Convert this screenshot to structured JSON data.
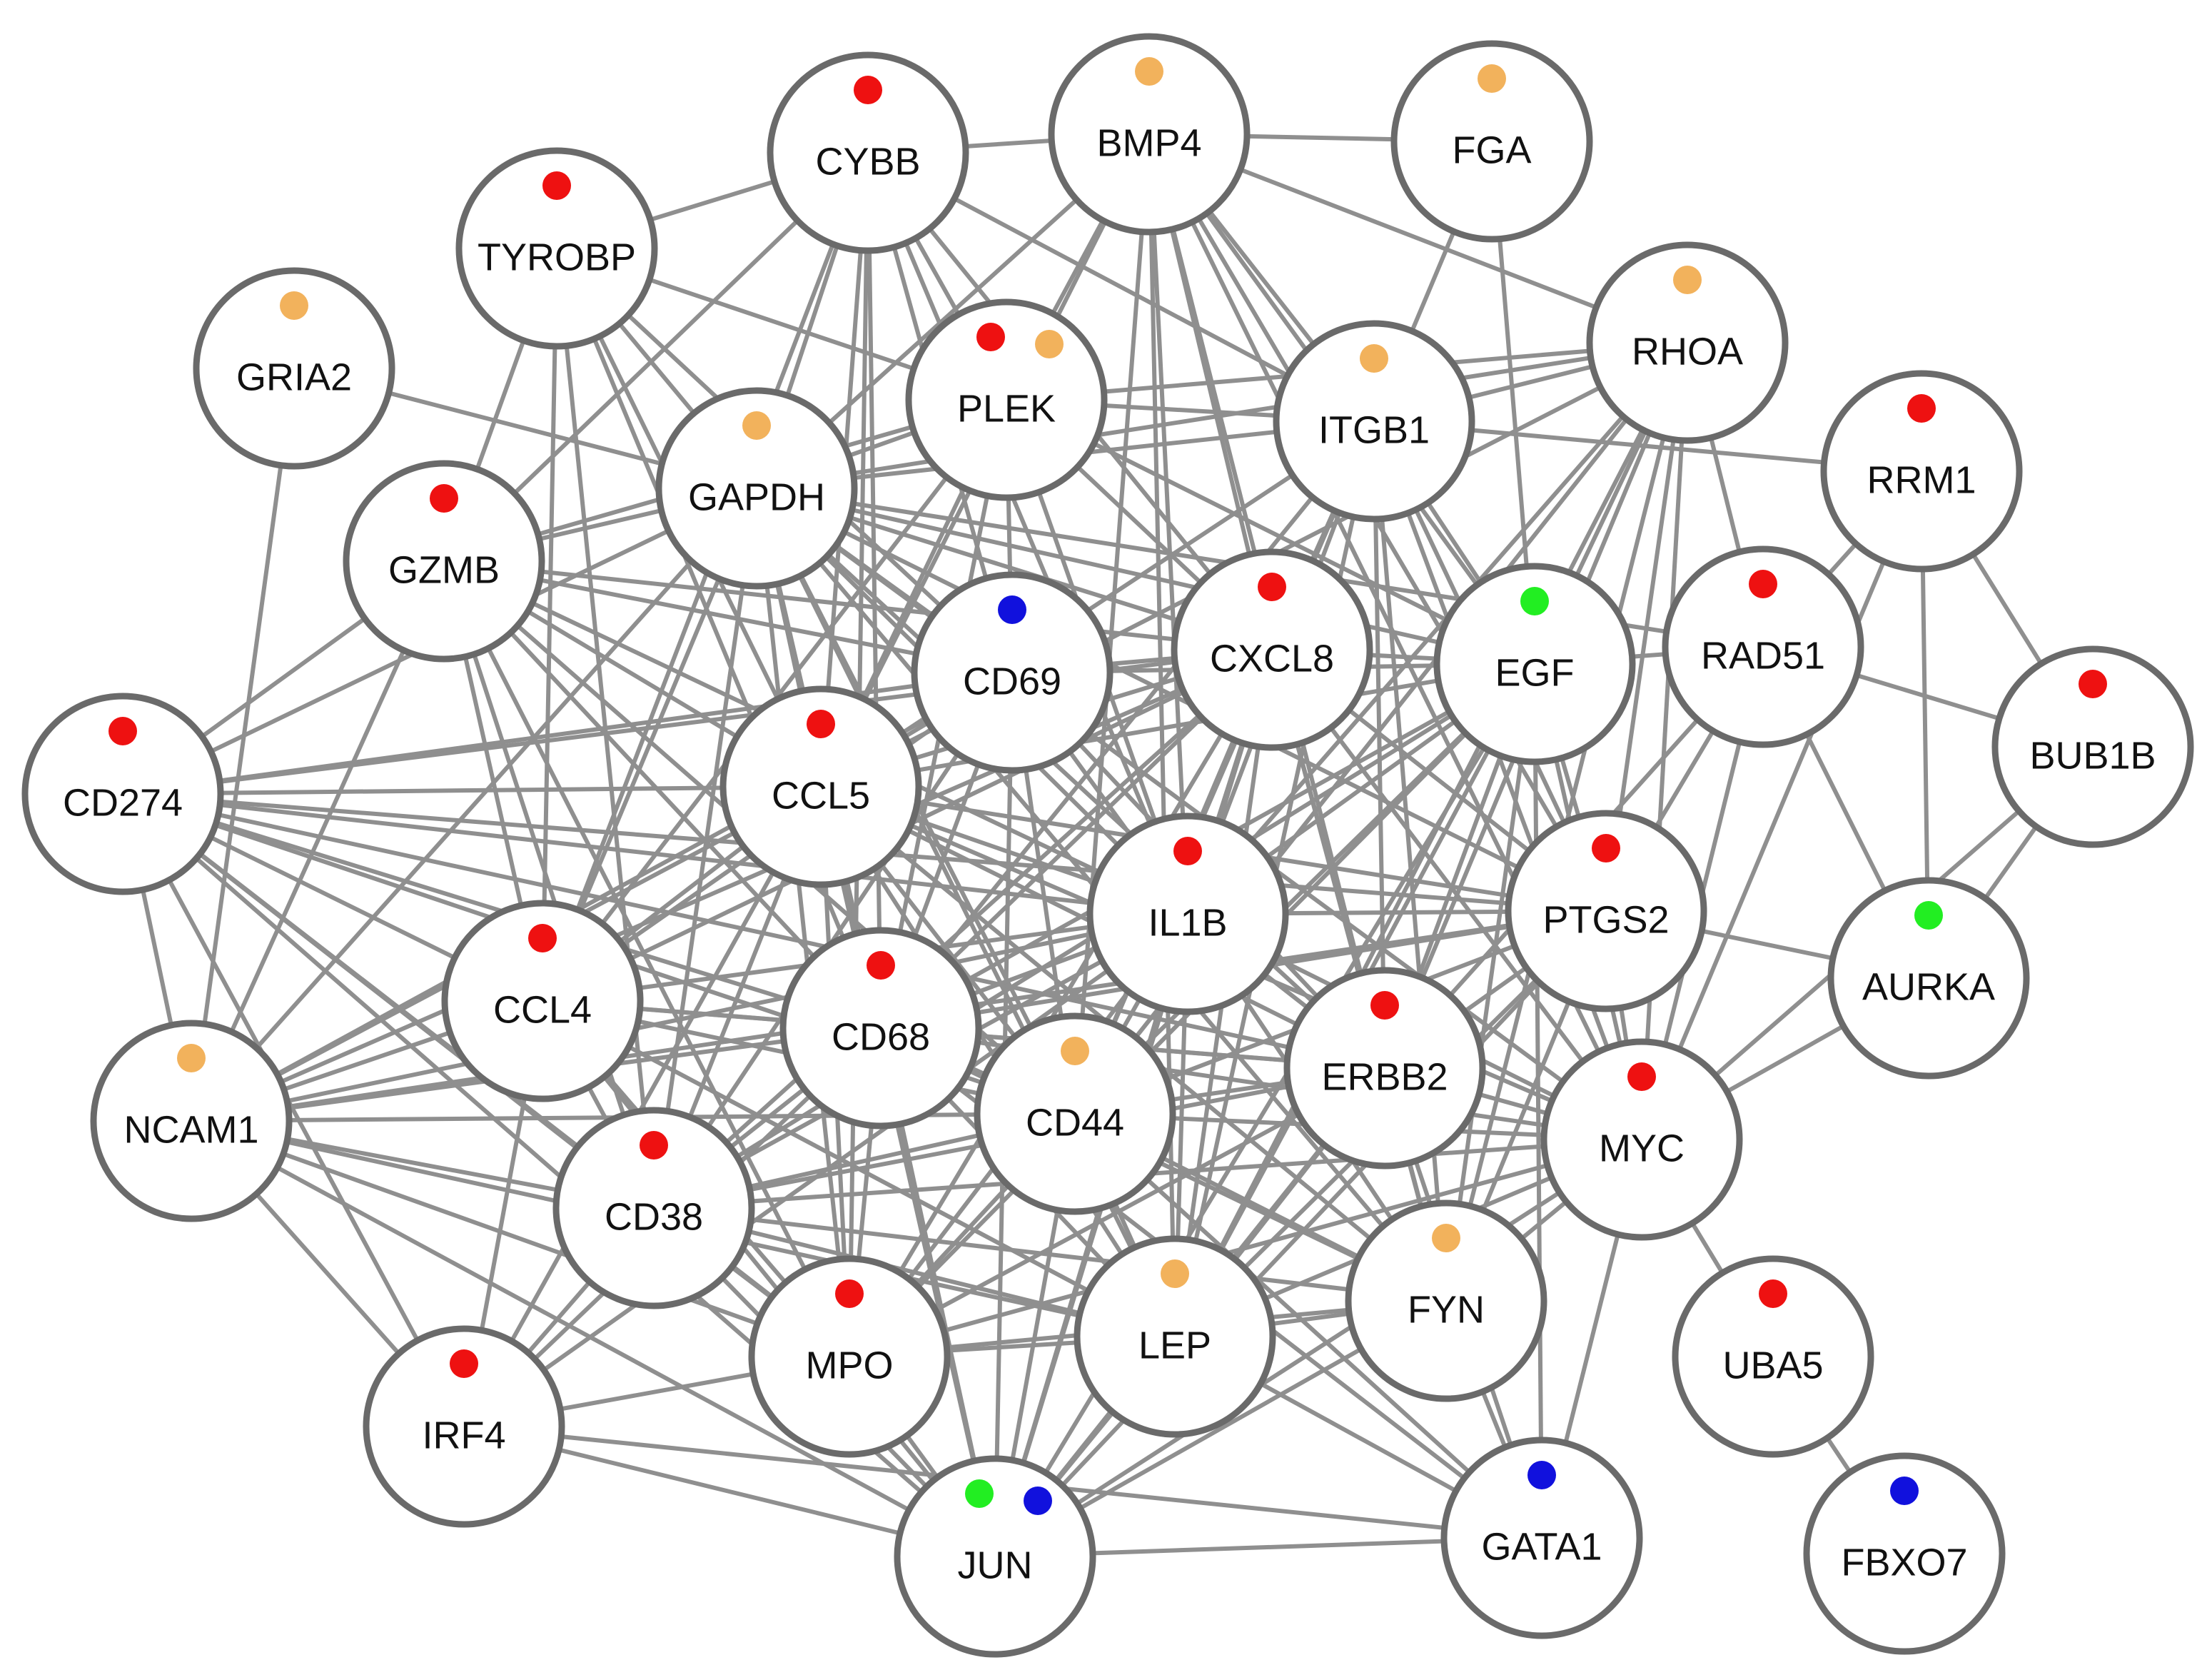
{
  "colors": {
    "red": "#ee1111",
    "orange": "#f2b25c",
    "green": "#22ee22",
    "blue": "#1111dd"
  },
  "nodes": [
    {
      "id": "CYBB",
      "label": "CYBB",
      "markers": [
        "red"
      ]
    },
    {
      "id": "BMP4",
      "label": "BMP4",
      "markers": [
        "orange"
      ]
    },
    {
      "id": "FGA",
      "label": "FGA",
      "markers": [
        "orange"
      ]
    },
    {
      "id": "TYROBP",
      "label": "TYROBP",
      "markers": [
        "red"
      ]
    },
    {
      "id": "GRIA2",
      "label": "GRIA2",
      "markers": [
        "orange"
      ]
    },
    {
      "id": "PLEK",
      "label": "PLEK",
      "markers": [
        "red",
        "orange"
      ]
    },
    {
      "id": "RHOA",
      "label": "RHOA",
      "markers": [
        "orange"
      ]
    },
    {
      "id": "ITGB1",
      "label": "ITGB1",
      "markers": [
        "orange"
      ]
    },
    {
      "id": "GAPDH",
      "label": "GAPDH",
      "markers": [
        "orange"
      ]
    },
    {
      "id": "RRM1",
      "label": "RRM1",
      "markers": [
        "red"
      ]
    },
    {
      "id": "GZMB",
      "label": "GZMB",
      "markers": [
        "red"
      ]
    },
    {
      "id": "CD69",
      "label": "CD69",
      "markers": [
        "blue"
      ]
    },
    {
      "id": "CXCL8",
      "label": "CXCL8",
      "markers": [
        "red"
      ]
    },
    {
      "id": "EGF",
      "label": "EGF",
      "markers": [
        "green"
      ]
    },
    {
      "id": "RAD51",
      "label": "RAD51",
      "markers": [
        "red"
      ]
    },
    {
      "id": "BUB1B",
      "label": "BUB1B",
      "markers": [
        "red"
      ]
    },
    {
      "id": "CD274",
      "label": "CD274",
      "markers": [
        "red"
      ]
    },
    {
      "id": "CCL5",
      "label": "CCL5",
      "markers": [
        "red"
      ]
    },
    {
      "id": "IL1B",
      "label": "IL1B",
      "markers": [
        "red"
      ]
    },
    {
      "id": "PTGS2",
      "label": "PTGS2",
      "markers": [
        "red"
      ]
    },
    {
      "id": "AURKA",
      "label": "AURKA",
      "markers": [
        "green"
      ]
    },
    {
      "id": "CCL4",
      "label": "CCL4",
      "markers": [
        "red"
      ]
    },
    {
      "id": "CD68",
      "label": "CD68",
      "markers": [
        "red"
      ]
    },
    {
      "id": "CD44",
      "label": "CD44",
      "markers": [
        "orange"
      ]
    },
    {
      "id": "ERBB2",
      "label": "ERBB2",
      "markers": [
        "red"
      ]
    },
    {
      "id": "MYC",
      "label": "MYC",
      "markers": [
        "red"
      ]
    },
    {
      "id": "NCAM1",
      "label": "NCAM1",
      "markers": [
        "orange"
      ]
    },
    {
      "id": "CD38",
      "label": "CD38",
      "markers": [
        "red"
      ]
    },
    {
      "id": "FYN",
      "label": "FYN",
      "markers": [
        "orange"
      ]
    },
    {
      "id": "LEP",
      "label": "LEP",
      "markers": [
        "orange"
      ]
    },
    {
      "id": "MPO",
      "label": "MPO",
      "markers": [
        "red"
      ]
    },
    {
      "id": "UBA5",
      "label": "UBA5",
      "markers": [
        "red"
      ]
    },
    {
      "id": "IRF4",
      "label": "IRF4",
      "markers": [
        "red"
      ]
    },
    {
      "id": "JUN",
      "label": "JUN",
      "markers": [
        "green",
        "blue"
      ]
    },
    {
      "id": "GATA1",
      "label": "GATA1",
      "markers": [
        "blue"
      ]
    },
    {
      "id": "FBXO7",
      "label": "FBXO7",
      "markers": [
        "blue"
      ]
    }
  ],
  "edges": [
    [
      "BMP4",
      "FGA"
    ],
    [
      "BMP4",
      "CYBB"
    ],
    [
      "BMP4",
      "PLEK"
    ],
    [
      "BMP4",
      "GAPDH"
    ],
    [
      "BMP4",
      "RHOA"
    ],
    [
      "BMP4",
      "ITGB1"
    ],
    [
      "BMP4",
      "CXCL8"
    ],
    [
      "BMP4",
      "EGF"
    ],
    [
      "BMP4",
      "IL1B"
    ],
    [
      "BMP4",
      "CCL5"
    ],
    [
      "BMP4",
      "CD44"
    ],
    [
      "BMP4",
      "ERBB2"
    ],
    [
      "BMP4",
      "PTGS2"
    ],
    [
      "BMP4",
      "MYC"
    ],
    [
      "BMP4",
      "LEP"
    ],
    [
      "FGA",
      "ITGB1"
    ],
    [
      "FGA",
      "EGF"
    ],
    [
      "CYBB",
      "TYROBP"
    ],
    [
      "CYBB",
      "PLEK"
    ],
    [
      "CYBB",
      "GAPDH"
    ],
    [
      "CYBB",
      "ITGB1"
    ],
    [
      "CYBB",
      "CD69"
    ],
    [
      "CYBB",
      "CCL5"
    ],
    [
      "CYBB",
      "IL1B"
    ],
    [
      "CYBB",
      "CD68"
    ],
    [
      "CYBB",
      "CXCL8"
    ],
    [
      "CYBB",
      "MPO"
    ],
    [
      "CYBB",
      "CCL4"
    ],
    [
      "CYBB",
      "GZMB"
    ],
    [
      "TYROBP",
      "GZMB"
    ],
    [
      "TYROBP",
      "GAPDH"
    ],
    [
      "TYROBP",
      "PLEK"
    ],
    [
      "TYROBP",
      "CCL4"
    ],
    [
      "TYROBP",
      "CD38"
    ],
    [
      "TYROBP",
      "CD68"
    ],
    [
      "TYROBP",
      "CCL5"
    ],
    [
      "TYROBP",
      "CD69"
    ],
    [
      "GRIA2",
      "GAPDH"
    ],
    [
      "GRIA2",
      "NCAM1"
    ],
    [
      "PLEK",
      "ITGB1"
    ],
    [
      "PLEK",
      "GAPDH"
    ],
    [
      "PLEK",
      "RHOA"
    ],
    [
      "PLEK",
      "CD69"
    ],
    [
      "PLEK",
      "CCL5"
    ],
    [
      "PLEK",
      "CXCL8"
    ],
    [
      "PLEK",
      "IL1B"
    ],
    [
      "PLEK",
      "CD68"
    ],
    [
      "PLEK",
      "CCL4"
    ],
    [
      "PLEK",
      "GZMB"
    ],
    [
      "PLEK",
      "EGF"
    ],
    [
      "RHOA",
      "ITGB1"
    ],
    [
      "RHOA",
      "EGF"
    ],
    [
      "RHOA",
      "GAPDH"
    ],
    [
      "RHOA",
      "MYC"
    ],
    [
      "RHOA",
      "PTGS2"
    ],
    [
      "RHOA",
      "ERBB2"
    ],
    [
      "RHOA",
      "CD44"
    ],
    [
      "RHOA",
      "FYN"
    ],
    [
      "RHOA",
      "RAD51"
    ],
    [
      "RHOA",
      "IL1B"
    ],
    [
      "RHOA",
      "LEP"
    ],
    [
      "RHOA",
      "CCL5"
    ],
    [
      "ITGB1",
      "GAPDH"
    ],
    [
      "ITGB1",
      "EGF"
    ],
    [
      "ITGB1",
      "CXCL8"
    ],
    [
      "ITGB1",
      "CD44"
    ],
    [
      "ITGB1",
      "FYN"
    ],
    [
      "ITGB1",
      "ERBB2"
    ],
    [
      "ITGB1",
      "IL1B"
    ],
    [
      "ITGB1",
      "CCL5"
    ],
    [
      "ITGB1",
      "CD68"
    ],
    [
      "ITGB1",
      "RRM1"
    ],
    [
      "ITGB1",
      "MYC"
    ],
    [
      "ITGB1",
      "PTGS2"
    ],
    [
      "ITGB1",
      "LEP"
    ],
    [
      "GAPDH",
      "GZMB"
    ],
    [
      "GAPDH",
      "CD69"
    ],
    [
      "GAPDH",
      "CXCL8"
    ],
    [
      "GAPDH",
      "EGF"
    ],
    [
      "GAPDH",
      "CCL5"
    ],
    [
      "GAPDH",
      "IL1B"
    ],
    [
      "GAPDH",
      "CD68"
    ],
    [
      "GAPDH",
      "CD44"
    ],
    [
      "GAPDH",
      "MYC"
    ],
    [
      "GAPDH",
      "PTGS2"
    ],
    [
      "GAPDH",
      "ERBB2"
    ],
    [
      "GAPDH",
      "CD274"
    ],
    [
      "GAPDH",
      "NCAM1"
    ],
    [
      "GAPDH",
      "CCL4"
    ],
    [
      "GAPDH",
      "CD38"
    ],
    [
      "GAPDH",
      "LEP"
    ],
    [
      "GAPDH",
      "MPO"
    ],
    [
      "GAPDH",
      "JUN"
    ],
    [
      "GAPDH",
      "RAD51"
    ],
    [
      "GAPDH",
      "FYN"
    ],
    [
      "RRM1",
      "RAD51"
    ],
    [
      "RRM1",
      "BUB1B"
    ],
    [
      "RRM1",
      "AURKA"
    ],
    [
      "RRM1",
      "MYC"
    ],
    [
      "GZMB",
      "CD274"
    ],
    [
      "GZMB",
      "CCL5"
    ],
    [
      "GZMB",
      "CCL4"
    ],
    [
      "GZMB",
      "CD38"
    ],
    [
      "GZMB",
      "NCAM1"
    ],
    [
      "GZMB",
      "CD68"
    ],
    [
      "GZMB",
      "IL1B"
    ],
    [
      "GZMB",
      "CD69"
    ],
    [
      "GZMB",
      "CXCL8"
    ],
    [
      "GZMB",
      "MPO"
    ],
    [
      "GZMB",
      "CD44"
    ],
    [
      "CD69",
      "CXCL8"
    ],
    [
      "CD69",
      "CCL5"
    ],
    [
      "CD69",
      "IL1B"
    ],
    [
      "CD69",
      "CD68"
    ],
    [
      "CD69",
      "CCL4"
    ],
    [
      "CD69",
      "CD38"
    ],
    [
      "CD69",
      "CD274"
    ],
    [
      "CD69",
      "NCAM1"
    ],
    [
      "CD69",
      "JUN"
    ],
    [
      "CD69",
      "CD44"
    ],
    [
      "CD69",
      "ERBB2"
    ],
    [
      "CD69",
      "EGF"
    ],
    [
      "CXCL8",
      "EGF"
    ],
    [
      "CXCL8",
      "CCL5"
    ],
    [
      "CXCL8",
      "IL1B"
    ],
    [
      "CXCL8",
      "PTGS2"
    ],
    [
      "CXCL8",
      "CD68"
    ],
    [
      "CXCL8",
      "CCL4"
    ],
    [
      "CXCL8",
      "CD44"
    ],
    [
      "CXCL8",
      "ERBB2"
    ],
    [
      "CXCL8",
      "MYC"
    ],
    [
      "CXCL8",
      "LEP"
    ],
    [
      "CXCL8",
      "FYN"
    ],
    [
      "CXCL8",
      "MPO"
    ],
    [
      "CXCL8",
      "JUN"
    ],
    [
      "CXCL8",
      "CD274"
    ],
    [
      "CXCL8",
      "NCAM1"
    ],
    [
      "CXCL8",
      "CD38"
    ],
    [
      "EGF",
      "RAD51"
    ],
    [
      "EGF",
      "PTGS2"
    ],
    [
      "EGF",
      "ERBB2"
    ],
    [
      "EGF",
      "MYC"
    ],
    [
      "EGF",
      "IL1B"
    ],
    [
      "EGF",
      "CD44"
    ],
    [
      "EGF",
      "FYN"
    ],
    [
      "EGF",
      "LEP"
    ],
    [
      "EGF",
      "JUN"
    ],
    [
      "EGF",
      "CCL5"
    ],
    [
      "EGF",
      "CD68"
    ],
    [
      "EGF",
      "MPO"
    ],
    [
      "EGF",
      "CD38"
    ],
    [
      "EGF",
      "GATA1"
    ],
    [
      "RAD51",
      "BUB1B"
    ],
    [
      "RAD51",
      "AURKA"
    ],
    [
      "RAD51",
      "MYC"
    ],
    [
      "RAD51",
      "PTGS2"
    ],
    [
      "RAD51",
      "ERBB2"
    ],
    [
      "BUB1B",
      "AURKA"
    ],
    [
      "BUB1B",
      "MYC"
    ],
    [
      "CD274",
      "CCL5"
    ],
    [
      "CD274",
      "CCL4"
    ],
    [
      "CD274",
      "NCAM1"
    ],
    [
      "CD274",
      "CD38"
    ],
    [
      "CD274",
      "IRF4"
    ],
    [
      "CD274",
      "CD68"
    ],
    [
      "CD274",
      "IL1B"
    ],
    [
      "CD274",
      "CD44"
    ],
    [
      "CD274",
      "PTGS2"
    ],
    [
      "CD274",
      "ERBB2"
    ],
    [
      "CD274",
      "MPO"
    ],
    [
      "CD274",
      "JUN"
    ],
    [
      "CCL5",
      "IL1B"
    ],
    [
      "CCL5",
      "CD68"
    ],
    [
      "CCL5",
      "CCL4"
    ],
    [
      "CCL5",
      "CD38"
    ],
    [
      "CCL5",
      "CD44"
    ],
    [
      "CCL5",
      "ERBB2"
    ],
    [
      "CCL5",
      "PTGS2"
    ],
    [
      "CCL5",
      "MYC"
    ],
    [
      "CCL5",
      "NCAM1"
    ],
    [
      "CCL5",
      "MPO"
    ],
    [
      "CCL5",
      "LEP"
    ],
    [
      "CCL5",
      "FYN"
    ],
    [
      "CCL5",
      "JUN"
    ],
    [
      "CCL5",
      "IRF4"
    ],
    [
      "IL1B",
      "PTGS2"
    ],
    [
      "IL1B",
      "CD68"
    ],
    [
      "IL1B",
      "CCL4"
    ],
    [
      "IL1B",
      "CD44"
    ],
    [
      "IL1B",
      "ERBB2"
    ],
    [
      "IL1B",
      "MYC"
    ],
    [
      "IL1B",
      "LEP"
    ],
    [
      "IL1B",
      "FYN"
    ],
    [
      "IL1B",
      "MPO"
    ],
    [
      "IL1B",
      "JUN"
    ],
    [
      "IL1B",
      "CD38"
    ],
    [
      "IL1B",
      "NCAM1"
    ],
    [
      "IL1B",
      "IRF4"
    ],
    [
      "PTGS2",
      "ERBB2"
    ],
    [
      "PTGS2",
      "MYC"
    ],
    [
      "PTGS2",
      "AURKA"
    ],
    [
      "PTGS2",
      "CD44"
    ],
    [
      "PTGS2",
      "LEP"
    ],
    [
      "PTGS2",
      "FYN"
    ],
    [
      "PTGS2",
      "JUN"
    ],
    [
      "PTGS2",
      "CD68"
    ],
    [
      "PTGS2",
      "NCAM1"
    ],
    [
      "AURKA",
      "MYC"
    ],
    [
      "CCL4",
      "CD68"
    ],
    [
      "CCL4",
      "NCAM1"
    ],
    [
      "CCL4",
      "CD38"
    ],
    [
      "CCL4",
      "MPO"
    ],
    [
      "CCL4",
      "CD44"
    ],
    [
      "CCL4",
      "IRF4"
    ],
    [
      "CCL4",
      "JUN"
    ],
    [
      "CCL4",
      "ERBB2"
    ],
    [
      "CCL4",
      "LEP"
    ],
    [
      "CD68",
      "CD44"
    ],
    [
      "CD68",
      "CD38"
    ],
    [
      "CD68",
      "MPO"
    ],
    [
      "CD68",
      "ERBB2"
    ],
    [
      "CD68",
      "LEP"
    ],
    [
      "CD68",
      "FYN"
    ],
    [
      "CD68",
      "JUN"
    ],
    [
      "CD68",
      "NCAM1"
    ],
    [
      "CD68",
      "MYC"
    ],
    [
      "CD68",
      "GATA1"
    ],
    [
      "CD68",
      "IRF4"
    ],
    [
      "CD44",
      "ERBB2"
    ],
    [
      "CD44",
      "MYC"
    ],
    [
      "CD44",
      "FYN"
    ],
    [
      "CD44",
      "LEP"
    ],
    [
      "CD44",
      "MPO"
    ],
    [
      "CD44",
      "JUN"
    ],
    [
      "CD44",
      "CD38"
    ],
    [
      "CD44",
      "NCAM1"
    ],
    [
      "CD44",
      "GATA1"
    ],
    [
      "ERBB2",
      "MYC"
    ],
    [
      "ERBB2",
      "FYN"
    ],
    [
      "ERBB2",
      "LEP"
    ],
    [
      "ERBB2",
      "JUN"
    ],
    [
      "ERBB2",
      "MPO"
    ],
    [
      "ERBB2",
      "CD38"
    ],
    [
      "ERBB2",
      "GATA1"
    ],
    [
      "MYC",
      "UBA5"
    ],
    [
      "MYC",
      "FYN"
    ],
    [
      "MYC",
      "LEP"
    ],
    [
      "MYC",
      "JUN"
    ],
    [
      "MYC",
      "GATA1"
    ],
    [
      "MYC",
      "MPO"
    ],
    [
      "MYC",
      "CD38"
    ],
    [
      "NCAM1",
      "CD38"
    ],
    [
      "NCAM1",
      "IRF4"
    ],
    [
      "NCAM1",
      "MPO"
    ],
    [
      "NCAM1",
      "JUN"
    ],
    [
      "NCAM1",
      "LEP"
    ],
    [
      "CD38",
      "IRF4"
    ],
    [
      "CD38",
      "MPO"
    ],
    [
      "CD38",
      "JUN"
    ],
    [
      "CD38",
      "LEP"
    ],
    [
      "CD38",
      "FYN"
    ],
    [
      "FYN",
      "LEP"
    ],
    [
      "FYN",
      "GATA1"
    ],
    [
      "FYN",
      "JUN"
    ],
    [
      "FYN",
      "MPO"
    ],
    [
      "LEP",
      "JUN"
    ],
    [
      "LEP",
      "MPO"
    ],
    [
      "LEP",
      "GATA1"
    ],
    [
      "MPO",
      "JUN"
    ],
    [
      "MPO",
      "IRF4"
    ],
    [
      "UBA5",
      "FBXO7"
    ],
    [
      "IRF4",
      "JUN"
    ],
    [
      "IRF4",
      "GATA1"
    ],
    [
      "JUN",
      "GATA1"
    ]
  ]
}
